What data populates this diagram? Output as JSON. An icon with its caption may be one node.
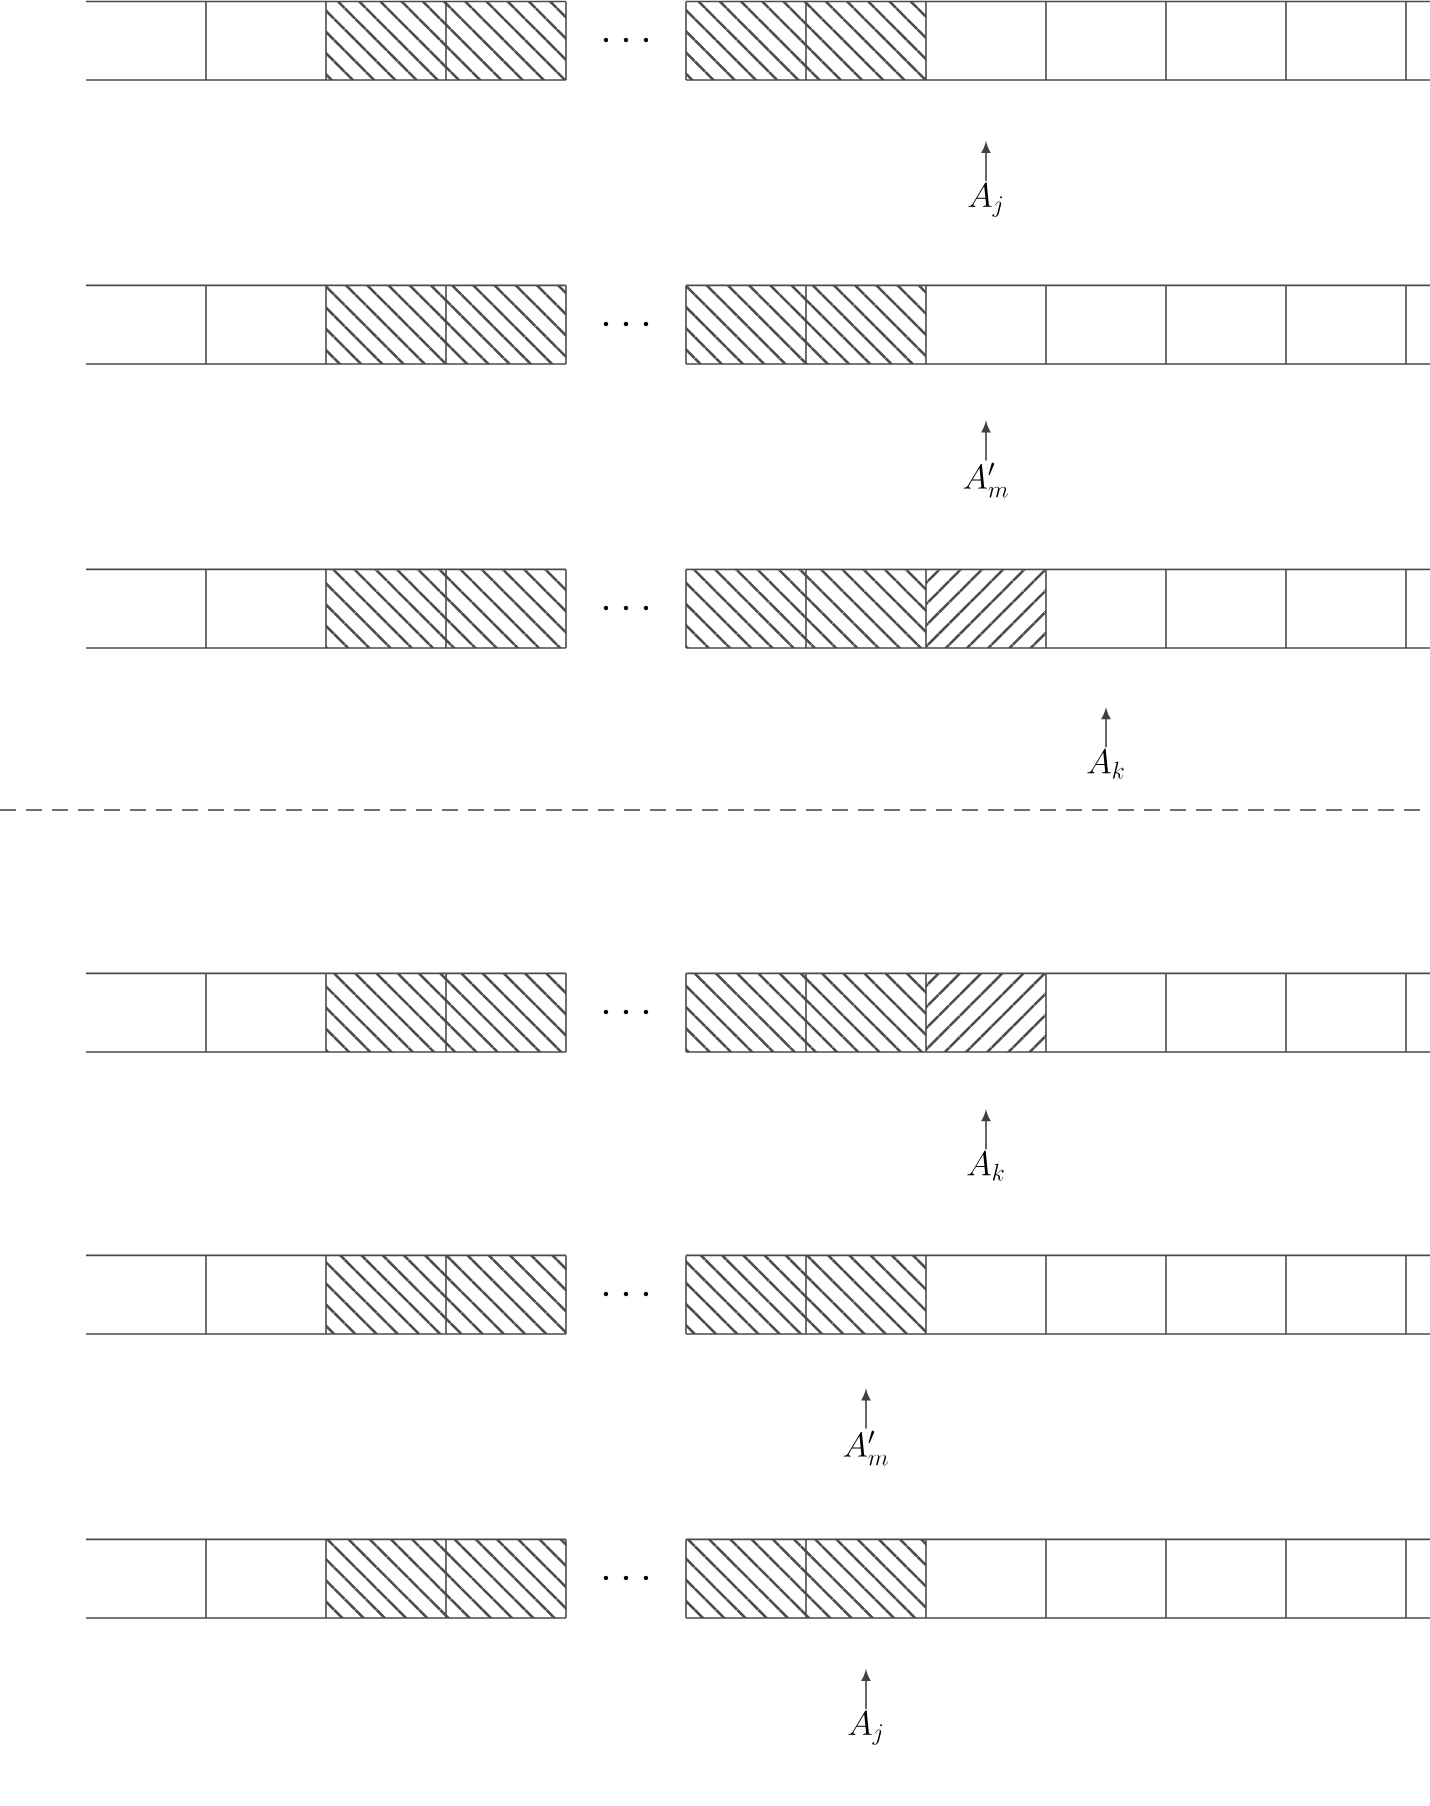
{
  "diagram": {
    "nodes": [
      {
        "text": [
          "A_j"
        ]
      },
      {
        "text": [
          "A'_m"
        ]
      },
      {
        "text": [
          "A_k"
        ]
      },
      {
        "text": [
          "A_k"
        ]
      },
      {
        "text": [
          "A'_m"
        ]
      },
      {
        "text": [
          "A_j"
        ]
      }
    ],
    "edges": [
      {
        "from": 0,
        "to": null,
        "arrow": "to"
      },
      {
        "from": 1,
        "to": null,
        "arrow": "to"
      },
      {
        "from": 2,
        "to": null,
        "arrow": "to"
      },
      {
        "from": 3,
        "to": null,
        "arrow": "to"
      },
      {
        "from": 4,
        "to": null,
        "arrow": "to"
      },
      {
        "from": 5,
        "to": null,
        "arrow": "to"
      }
    ]
  }
}
